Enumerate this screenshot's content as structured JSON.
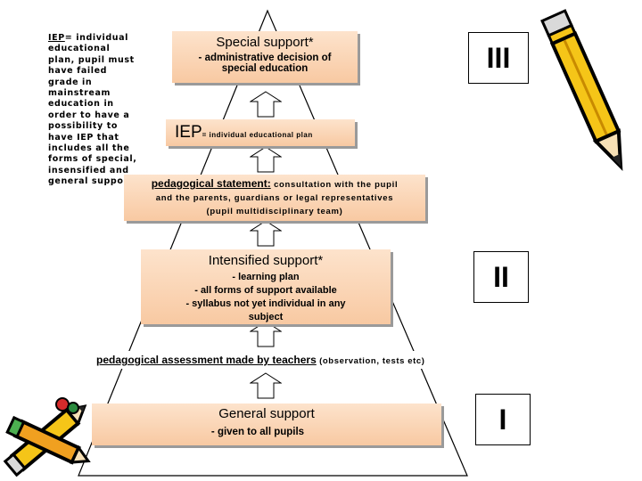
{
  "iep_note": {
    "term": "IEP",
    "text": "= individual educational plan, pupil must have failed grade in mainstream education in order to have a possibility to have IEP that includes all the forms of special, insensified and general support"
  },
  "special": {
    "title": "Special support*",
    "line1": "- administrative decision of",
    "line2": "special education"
  },
  "iep_box": {
    "term": "IEP",
    "text": "= individual educational plan"
  },
  "statement": {
    "term": "pedagogical statement:",
    "line1": "consultation with the pupil",
    "line2": "and the parents, guardians or legal representatives",
    "line3": "(pupil multidisciplinary team)"
  },
  "intensified": {
    "title": "Intensified support*",
    "line1": "- learning plan",
    "line2": "- all forms of support available",
    "line3": "- syllabus not yet individual in any",
    "line4": "subject"
  },
  "assessment": {
    "term": "pedagogical assessment made by teachers",
    "text": "(observation, tests etc)"
  },
  "general": {
    "title": "General support",
    "line1": "- given to all pupils"
  },
  "levels": {
    "three": "III",
    "two": "II",
    "one": "I"
  },
  "colors": {
    "box_top": "#fde3cc",
    "box_bottom": "#f8c9a2",
    "pencil": "#f5c518",
    "pencil_tip": "#222222"
  },
  "icons": [
    "pencil-icon",
    "pencils-icon",
    "arrow-up-icon"
  ]
}
